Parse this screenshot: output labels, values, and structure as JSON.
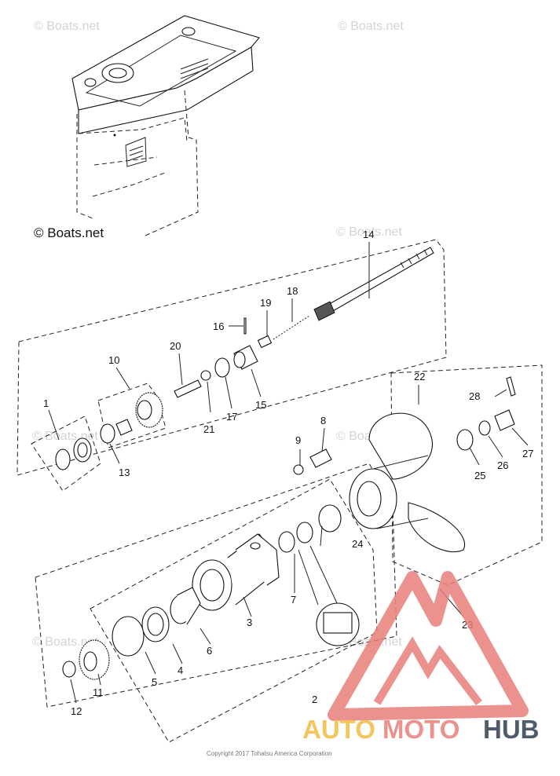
{
  "watermarks": [
    "© Boats.net",
    "© Boats.net",
    "© Boats.net",
    "© Boats.net",
    "© Boats.net",
    "© Boats.net",
    "© Boats.net"
  ],
  "housing_caption": "© Boats.net",
  "callouts": [
    "1",
    "2",
    "3",
    "4",
    "5",
    "6",
    "7",
    "8",
    "9",
    "10",
    "11",
    "12",
    "13",
    "14",
    "15",
    "16",
    "17",
    "18",
    "19",
    "20",
    "21",
    "22",
    "23",
    "24",
    "25",
    "26",
    "27",
    "28"
  ],
  "copyright": "Copyright 2017 Tohatsu America Corporation",
  "logo": {
    "part_a": "AUTO",
    "part_b": "MOTO",
    "part_c": "HUB"
  },
  "colors": {
    "logo_gold": "#f1bc40",
    "logo_red": "#e87e7b",
    "logo_navy": "#2e3f52"
  }
}
